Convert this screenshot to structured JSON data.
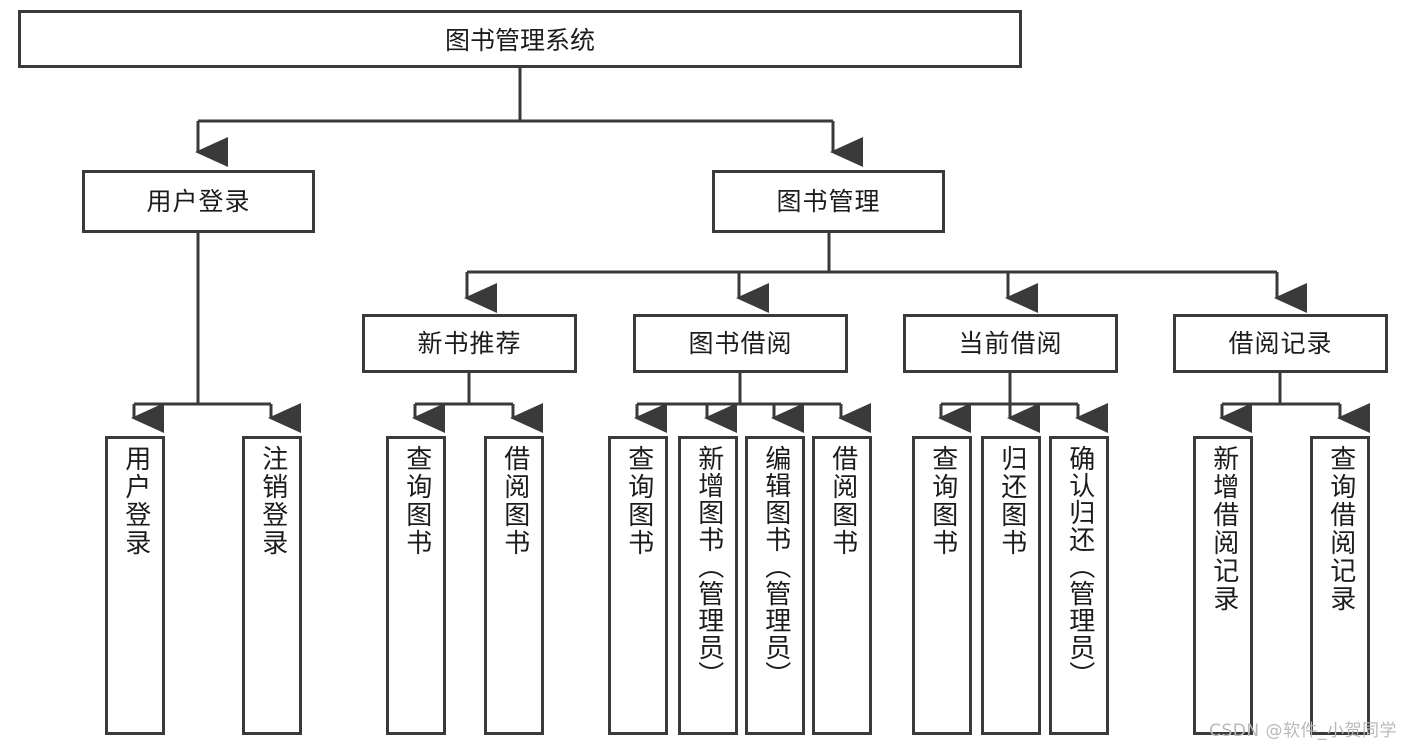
{
  "diagram": {
    "title": "图书管理系统",
    "watermark": "CSDN @软件_小贺同学",
    "root": {
      "label": "图书管理系统"
    },
    "level2": [
      {
        "id": "user-login",
        "label": "用户登录"
      },
      {
        "id": "book-management",
        "label": "图书管理"
      }
    ],
    "level3": [
      {
        "id": "new-book-recommend",
        "label": "新书推荐"
      },
      {
        "id": "book-borrow",
        "label": "图书借阅"
      },
      {
        "id": "current-borrow",
        "label": "当前借阅"
      },
      {
        "id": "borrow-record",
        "label": "借阅记录"
      }
    ],
    "leaves": {
      "user_login": [
        {
          "id": "leaf-user-login",
          "label": "用户登录"
        },
        {
          "id": "leaf-logout-login",
          "label": "注销登录"
        }
      ],
      "new_book_recommend": [
        {
          "id": "leaf-query-book-1",
          "label": "查询图书"
        },
        {
          "id": "leaf-borrow-book-1",
          "label": "借阅图书"
        }
      ],
      "book_borrow": [
        {
          "id": "leaf-query-book-2",
          "label": "查询图书"
        },
        {
          "id": "leaf-add-book",
          "label": "新增图书（管理员）"
        },
        {
          "id": "leaf-edit-book",
          "label": "编辑图书（管理员）"
        },
        {
          "id": "leaf-borrow-book-2",
          "label": "借阅图书"
        }
      ],
      "current_borrow": [
        {
          "id": "leaf-query-book-3",
          "label": "查询图书"
        },
        {
          "id": "leaf-return-book",
          "label": "归还图书"
        },
        {
          "id": "leaf-confirm-return",
          "label": "确认归还（管理员）"
        }
      ],
      "borrow_record": [
        {
          "id": "leaf-add-borrow-record",
          "label": "新增借阅记录"
        },
        {
          "id": "leaf-query-borrow-record",
          "label": "查询借阅记录"
        }
      ]
    },
    "colors": {
      "stroke": "#3a3a3a",
      "fill": "#ffffff",
      "text": "#1c1c1c",
      "watermark": "#b9b9b9"
    }
  }
}
